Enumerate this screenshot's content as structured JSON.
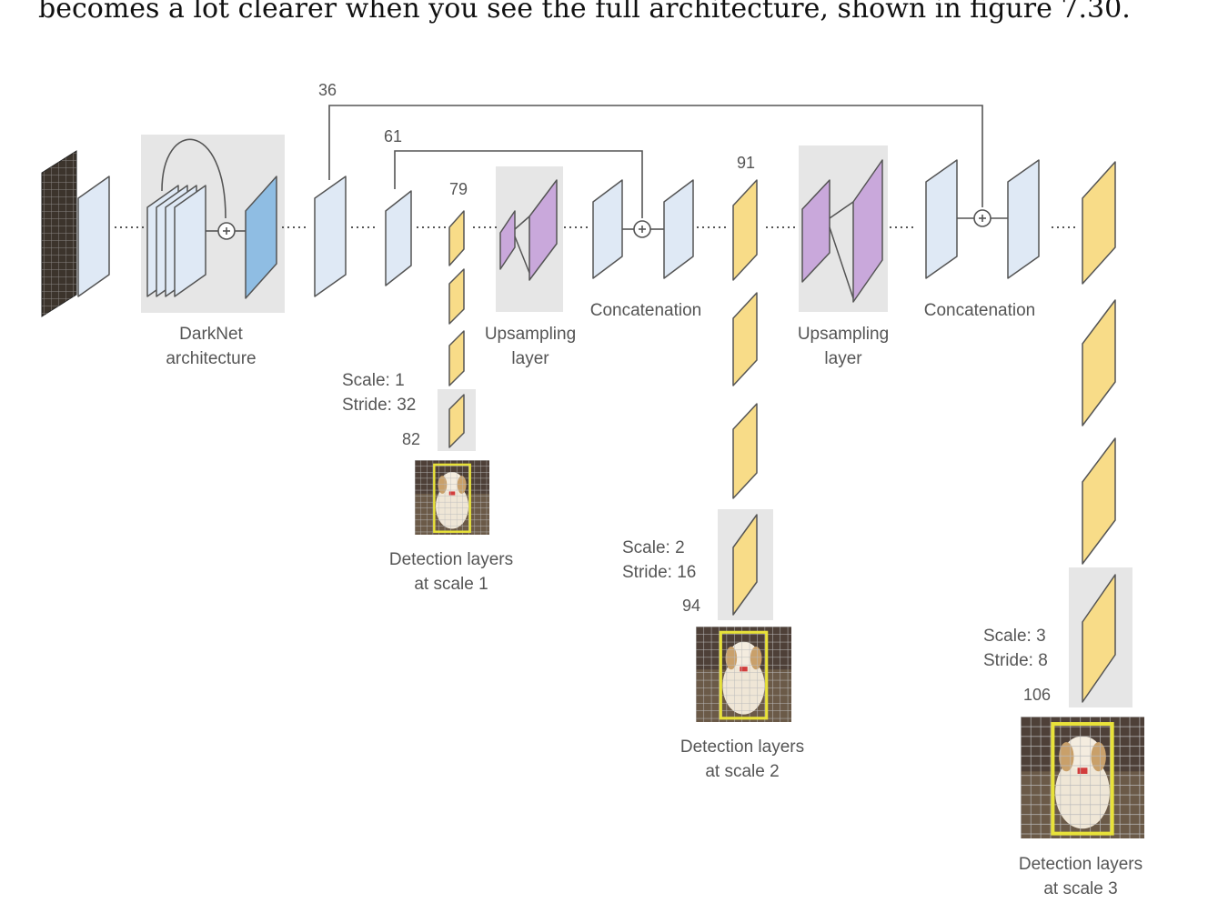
{
  "intro_text": "becomes a lot clearer when you see the full architecture, shown in figure 7.30.",
  "diagram": {
    "layer_numbers": {
      "n36": "36",
      "n61": "61",
      "n79": "79",
      "n91": "91",
      "n82": "82",
      "n94": "94",
      "n106": "106"
    },
    "labels": {
      "darknet_1": "DarkNet",
      "darknet_2": "architecture",
      "upsampling1_1": "Upsampling",
      "upsampling1_2": "layer",
      "upsampling2_1": "Upsampling",
      "upsampling2_2": "layer",
      "concat1": "Concatenation",
      "concat2": "Concatenation",
      "scale1": "Scale: 1",
      "stride1": "Stride: 32",
      "scale2": "Scale: 2",
      "stride2": "Stride: 16",
      "scale3": "Scale: 3",
      "stride3": "Stride: 8",
      "det1_1": "Detection layers",
      "det1_2": "at scale 1",
      "det2_1": "Detection layers",
      "det2_2": "at scale 2",
      "det3_1": "Detection layers",
      "det3_2": "at scale 3"
    },
    "colors": {
      "feature_map": "#dfe9f5",
      "darknet_output": "#8fbde3",
      "detection_layer": "#f8dc88",
      "upsampling": "#c9a8db",
      "highlight_box": "#e6e6e6",
      "bounding_box": "#e8e23a",
      "connector": "#555555"
    }
  }
}
